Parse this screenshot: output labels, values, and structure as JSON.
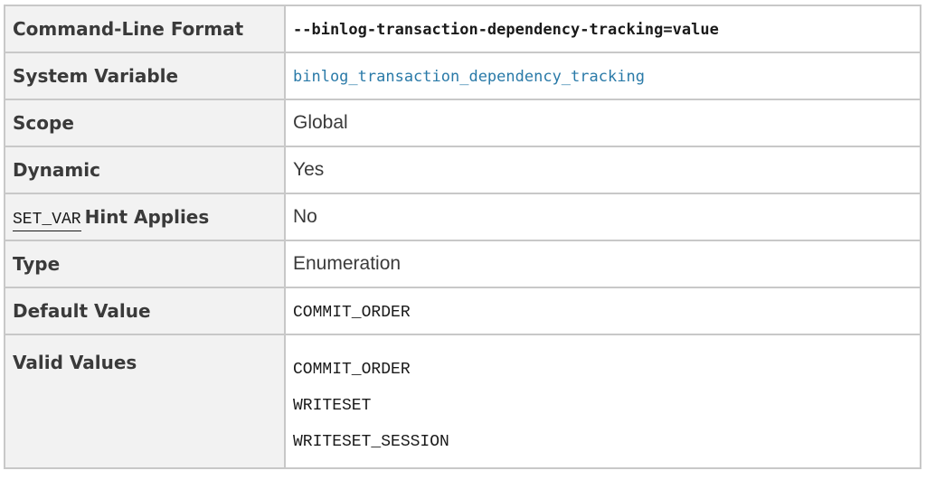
{
  "rows": {
    "command_line_format": {
      "label": "Command-Line Format",
      "value": "--binlog-transaction-dependency-tracking=value"
    },
    "system_variable": {
      "label": "System Variable",
      "value": "binlog_transaction_dependency_tracking"
    },
    "scope": {
      "label": "Scope",
      "value": "Global"
    },
    "dynamic": {
      "label": "Dynamic",
      "value": "Yes"
    },
    "set_var_hint": {
      "code": "SET_VAR",
      "label": "Hint Applies",
      "value": "No"
    },
    "type": {
      "label": "Type",
      "value": "Enumeration"
    },
    "default_value": {
      "label": "Default Value",
      "value": "COMMIT_ORDER"
    },
    "valid_values": {
      "label": "Valid Values",
      "values": [
        "COMMIT_ORDER",
        "WRITESET",
        "WRITESET_SESSION"
      ]
    }
  },
  "colors": {
    "link": "#2a7aa8",
    "border": "#c8c8c8",
    "label_bg": "#f2f2f2"
  }
}
